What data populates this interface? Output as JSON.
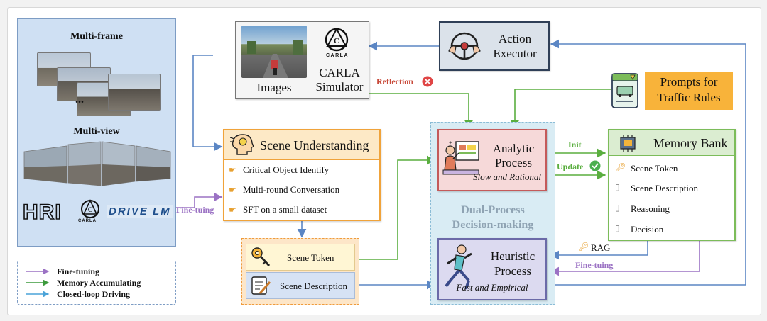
{
  "colors": {
    "data_panel_bg": "#cfe0f3",
    "data_panel_border": "#7d9cc4",
    "scene_header_bg": "#fde9c6",
    "scene_border": "#f0a33a",
    "token_panel_bg": "#fde6c8",
    "token_panel_border": "#ef9b3c",
    "dual_bg": "#d9ecf4",
    "analytic_bg": "#f6d9d9",
    "analytic_border": "#c45a5a",
    "heuristic_bg": "#dcdaf0",
    "heuristic_border": "#6b6aa8",
    "memory_header_bg": "#dbedd1",
    "memory_border": "#7cbc5a",
    "action_bg": "#dbe2ea",
    "action_border": "#2f3f57",
    "prompt_bg": "#f8b33a",
    "finetune_arrow": "#9b72c4",
    "memory_arrow": "#5aae3f",
    "closed_loop_arrow": "#5b86c4",
    "reflection_text": "#c84a3a",
    "init_update_text": "#5aae3f"
  },
  "data_panel": {
    "multi_frame_label": "Multi-frame",
    "ellipsis": "...",
    "multi_view_label": "Multi-view",
    "logos": {
      "hri": "HRI",
      "carla": "CARLA",
      "drivelm": "DRIVE LM"
    }
  },
  "simulator": {
    "images_label": "Images",
    "carla_logo_text": "CARLA",
    "title_line1": "CARLA",
    "title_line2": "Simulator",
    "icon": "carla-logo-icon"
  },
  "action_executor": {
    "line1": "Action",
    "line2": "Executor",
    "icon": "steering-wheel-icon"
  },
  "prompts": {
    "line1": "Prompts for",
    "line2": "Traffic Rules",
    "icon": "traffic-sign-icon"
  },
  "scene_understanding": {
    "title": "Scene Understanding",
    "icon": "head-brain-icon",
    "items": [
      "Critical Object Identify",
      "Multi-round Conversation",
      "SFT on a small dataset"
    ]
  },
  "token_panel": {
    "token_label": "Scene Token",
    "description_label": "Scene Description"
  },
  "dual_process": {
    "label_line1": "Dual-Process",
    "label_line2": "Decision-making",
    "analytic": {
      "line1": "Analytic",
      "line2": "Process",
      "subtitle": "Slow and Rational",
      "icon": "analysis-presentation-icon"
    },
    "heuristic": {
      "line1": "Heuristic",
      "line2": "Process",
      "subtitle": "Fast and Empirical",
      "icon": "running-person-icon"
    }
  },
  "memory_bank": {
    "title": "Memory Bank",
    "icon": "memory-chip-icon",
    "items": [
      "Scene Token",
      "Scene Description",
      "Reasoning",
      "Decision"
    ]
  },
  "arrows": {
    "reflection": "Reflection",
    "init": "Init",
    "update": "Update",
    "rag": "RAG",
    "fine_tuing_left": "Fine-tuing",
    "fine_tuing_right": "Fine-tuing"
  },
  "legend": {
    "items": [
      {
        "label": "Fine-tuning",
        "color": "#9b72c4"
      },
      {
        "label": "Memory Accumulating",
        "color": "#5aae3f"
      },
      {
        "label": "Closed-loop Driving",
        "color": "#4aa3d8"
      }
    ]
  }
}
